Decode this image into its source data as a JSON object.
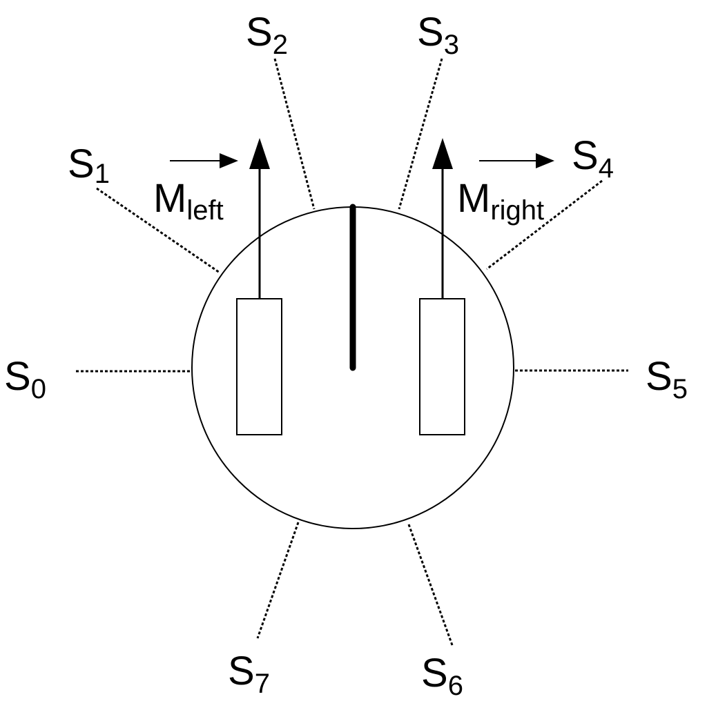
{
  "diagram": {
    "sensors": [
      {
        "id": "S0",
        "letter": "S",
        "sub": "0"
      },
      {
        "id": "S1",
        "letter": "S",
        "sub": "1"
      },
      {
        "id": "S2",
        "letter": "S",
        "sub": "2"
      },
      {
        "id": "S3",
        "letter": "S",
        "sub": "3"
      },
      {
        "id": "S4",
        "letter": "S",
        "sub": "4"
      },
      {
        "id": "S5",
        "letter": "S",
        "sub": "5"
      },
      {
        "id": "S6",
        "letter": "S",
        "sub": "6"
      },
      {
        "id": "S7",
        "letter": "S",
        "sub": "7"
      }
    ],
    "motors": {
      "left": {
        "letter": "M",
        "sub": "left"
      },
      "right": {
        "letter": "M",
        "sub": "right"
      }
    },
    "colors": {
      "stroke": "#000000",
      "background": "#ffffff"
    }
  }
}
